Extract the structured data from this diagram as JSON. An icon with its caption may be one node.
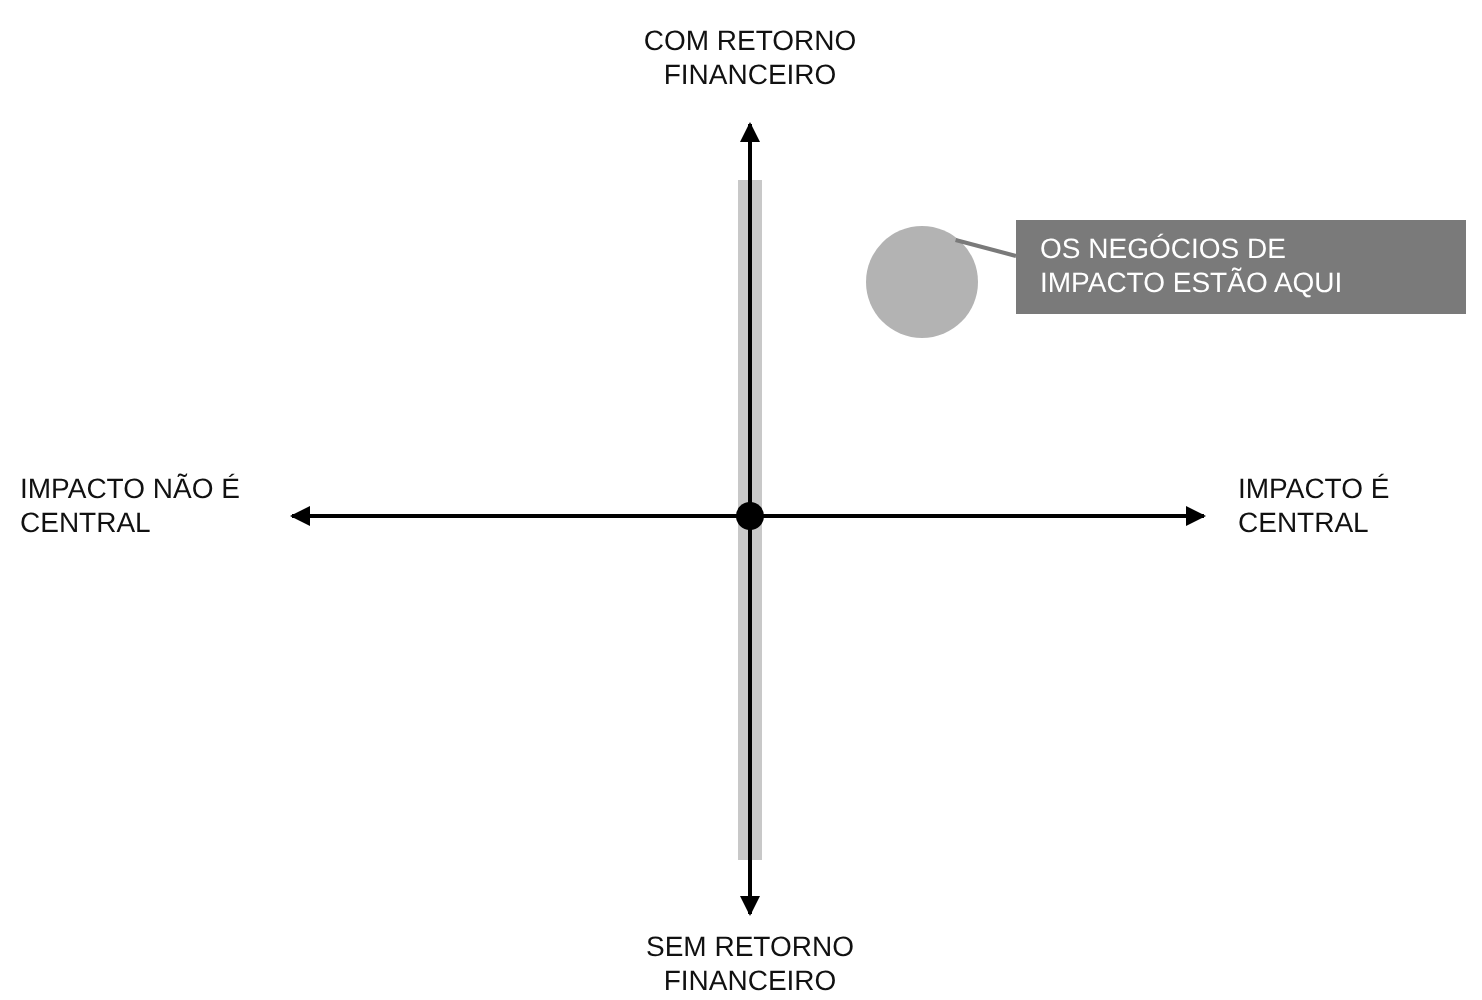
{
  "diagram": {
    "nodes": [
      {
        "text": [
          "OS NEGÓCIOS DE IMPACTO ESTÃO AQUI"
        ]
      },
      {
        "text": [],
        "shape": "circle"
      }
    ],
    "edges": [
      {
        "from": 0,
        "to": 1,
        "arrow": "none"
      }
    ],
    "labels": [
      "COM RETORNO FINANCEIRO",
      "IMPACTO NÃO É CENTRAL",
      "IMPACTO É CENTRAL",
      "SEM RETORNO FINANCEIRO"
    ]
  }
}
